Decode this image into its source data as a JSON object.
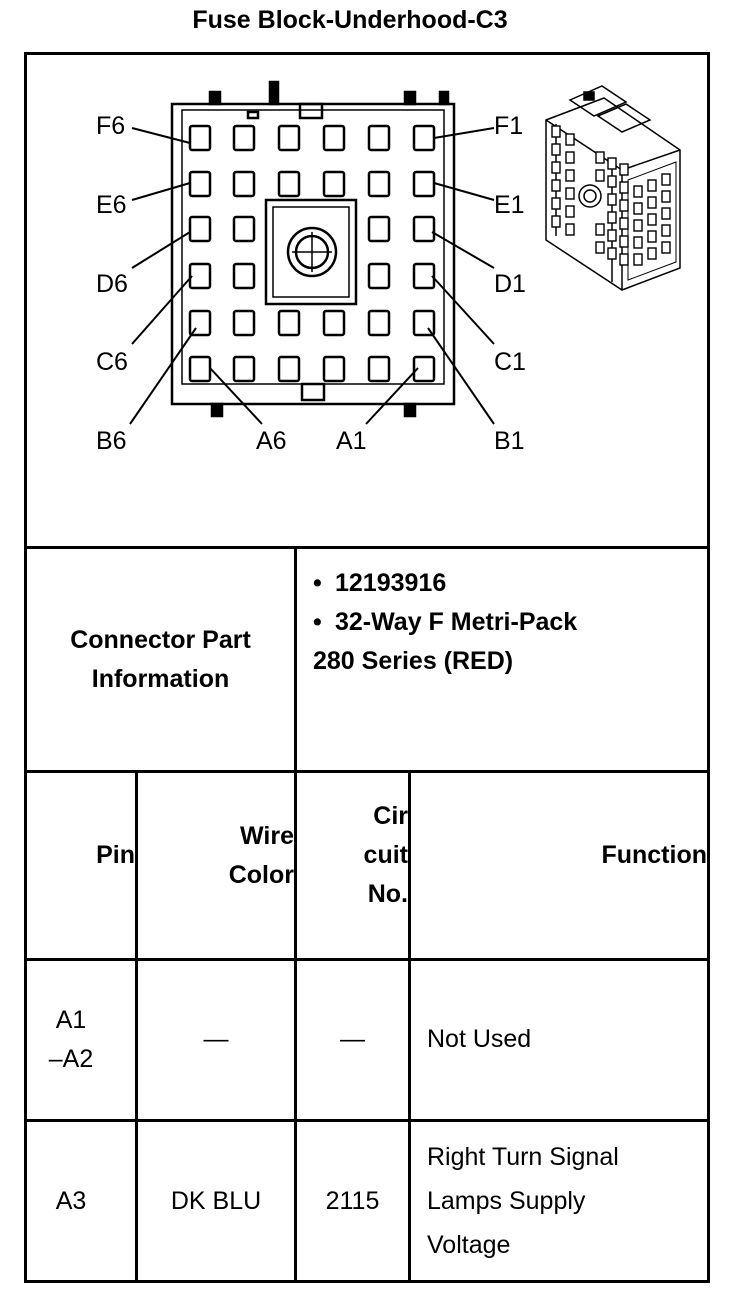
{
  "title": "Fuse Block-Underhood-C3",
  "diagram": {
    "pin_labels": {
      "f6": "F6",
      "e6": "E6",
      "d6": "D6",
      "c6": "C6",
      "b6": "B6",
      "a6": "A6",
      "f1": "F1",
      "e1": "E1",
      "d1": "D1",
      "c1": "C1",
      "b1": "B1",
      "a1": "A1"
    }
  },
  "connector_info": {
    "label_line1": "Connector Part",
    "label_line2": "Information",
    "bullet": "•",
    "part_number": "12193916",
    "description_line1": "32-Way F Metri-Pack",
    "description_line2": "280 Series (RED)"
  },
  "table": {
    "headers": {
      "pin": "Pin",
      "wire_color_line1": "Wire",
      "wire_color_line2": "Color",
      "circuit_line1": "Cir",
      "circuit_line2": "cuit",
      "circuit_line3": "No.",
      "function": "Function"
    },
    "rows": [
      {
        "pin_line1": "A1",
        "pin_line2": "–A2",
        "wire_color": "—",
        "circuit": "—",
        "function_line1": "Not Used"
      },
      {
        "pin": "A3",
        "wire_color": "DK BLU",
        "circuit": "2115",
        "function_line1": "Right Turn Signal",
        "function_line2": "Lamps Supply",
        "function_line3": "Voltage"
      }
    ]
  }
}
